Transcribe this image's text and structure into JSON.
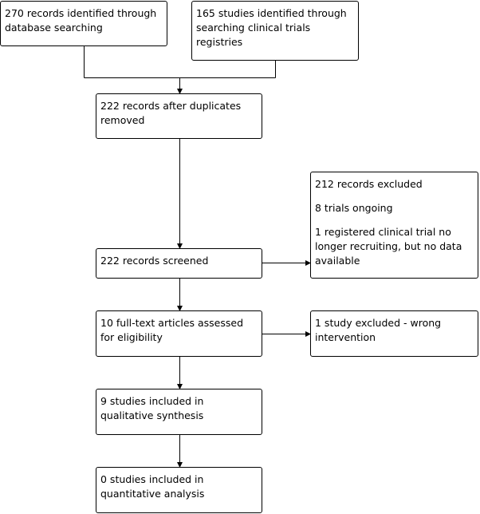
{
  "boxes": {
    "database_search": "270 records identified through database searching",
    "trial_registries": "165 studies identified through searching clinical trials registries",
    "after_duplicates": "222 records after duplicates removed",
    "screened": "222 records screened",
    "excluded_records": [
      "212 records excluded",
      "8 trials ongoing",
      "1 registered clinical trial no longer recruiting, but no data available"
    ],
    "full_text": "10 full-text articles assessed for eligibility",
    "study_excluded": "1 study excluded - wrong intervention",
    "qualitative": "9 studies included in qualitative synthesis",
    "quantitative": "0 studies included in quantitative analysis"
  }
}
